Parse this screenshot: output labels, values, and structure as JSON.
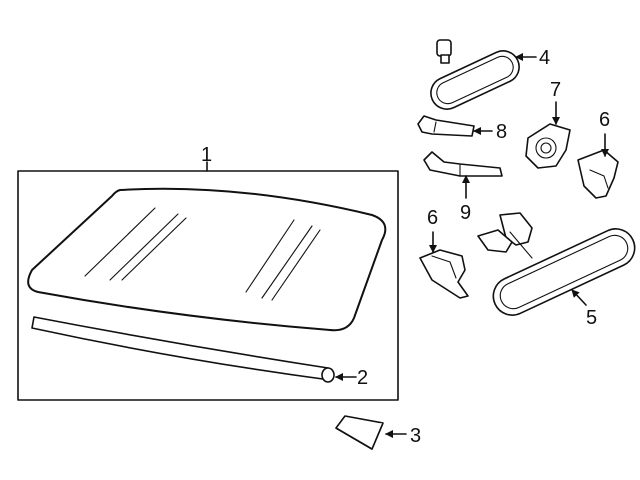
{
  "diagram": {
    "callouts": {
      "c1": "1",
      "c2": "2",
      "c3": "3",
      "c4": "4",
      "c5": "5",
      "c6a": "6",
      "c6b": "6",
      "c7": "7",
      "c8": "8",
      "c9": "9"
    },
    "colors": {
      "line": "#111111",
      "background": "#ffffff"
    }
  }
}
